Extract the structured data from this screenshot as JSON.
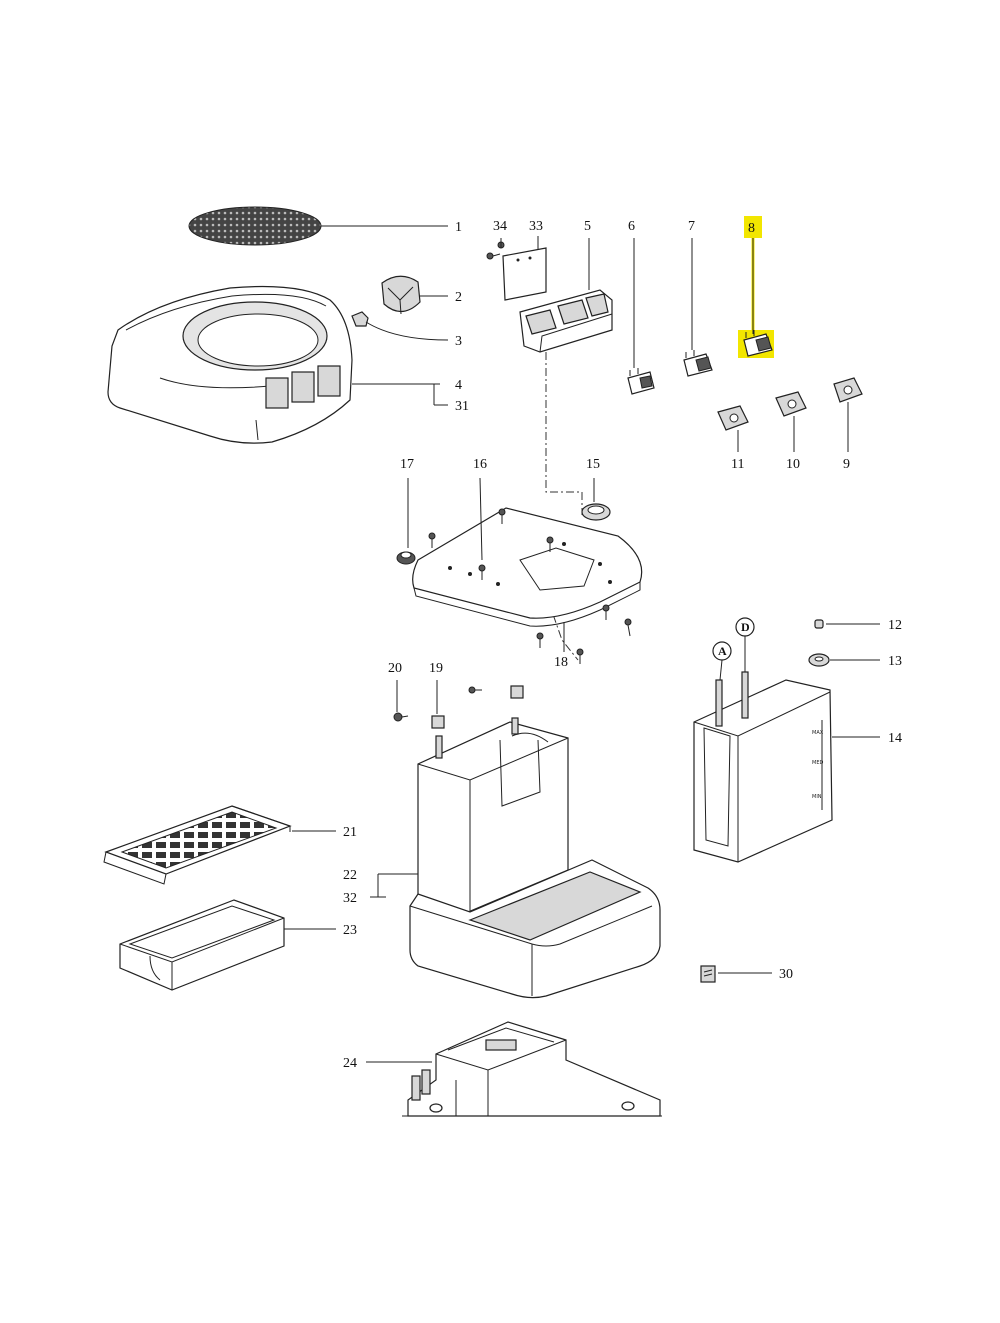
{
  "diagram": {
    "highlight_color": "#f2e600",
    "highlighted_part": "8",
    "part_labels": {
      "p1": "1",
      "p2": "2",
      "p3": "3",
      "p4": "4",
      "p31": "31",
      "p34": "34",
      "p33": "33",
      "p5": "5",
      "p6": "6",
      "p7": "7",
      "p8": "8",
      "p11": "11",
      "p10": "10",
      "p9": "9",
      "p17": "17",
      "p16": "16",
      "p15": "15",
      "p18": "18",
      "p12": "12",
      "p13": "13",
      "p14": "14",
      "p20": "20",
      "p19": "19",
      "p21": "21",
      "p22": "22",
      "p32": "32",
      "p23": "23",
      "p30": "30",
      "p24": "24"
    },
    "connector_labels": {
      "a": "A",
      "d": "D"
    },
    "tank_marks": {
      "max": "MAX",
      "mid": "MED",
      "min": "MIN"
    }
  }
}
